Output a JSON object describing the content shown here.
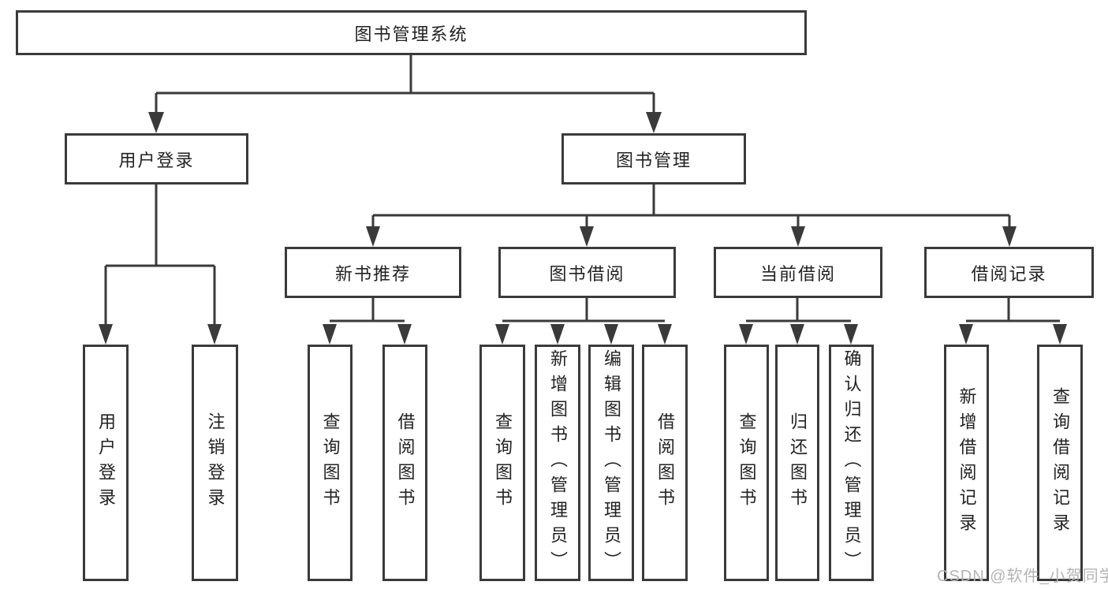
{
  "tree": {
    "root": {
      "label": "图书管理系统",
      "children": [
        {
          "label": "用户登录",
          "children": [
            {
              "label": "用户登录"
            },
            {
              "label": "注销登录"
            }
          ]
        },
        {
          "label": "图书管理",
          "children": [
            {
              "label": "新书推荐",
              "children": [
                {
                  "label": "查询图书"
                },
                {
                  "label": "借阅图书"
                }
              ]
            },
            {
              "label": "图书借阅",
              "children": [
                {
                  "label": "查询图书"
                },
                {
                  "label": "新增图书（管理员）"
                },
                {
                  "label": "编辑图书（管理员）"
                },
                {
                  "label": "借阅图书"
                }
              ]
            },
            {
              "label": "当前借阅",
              "children": [
                {
                  "label": "查询图书"
                },
                {
                  "label": "归还图书"
                },
                {
                  "label": "确认归还（管理员）"
                }
              ]
            },
            {
              "label": "借阅记录",
              "children": [
                {
                  "label": "新增借阅记录"
                },
                {
                  "label": "查询借阅记录"
                }
              ]
            }
          ]
        }
      ]
    }
  },
  "watermark": {
    "text": "CSDN @软件_小贺同学"
  },
  "colors": {
    "line": "#3a3a3a",
    "text": "#222222",
    "background": "#ffffff",
    "watermark": "#b4b4b4"
  }
}
